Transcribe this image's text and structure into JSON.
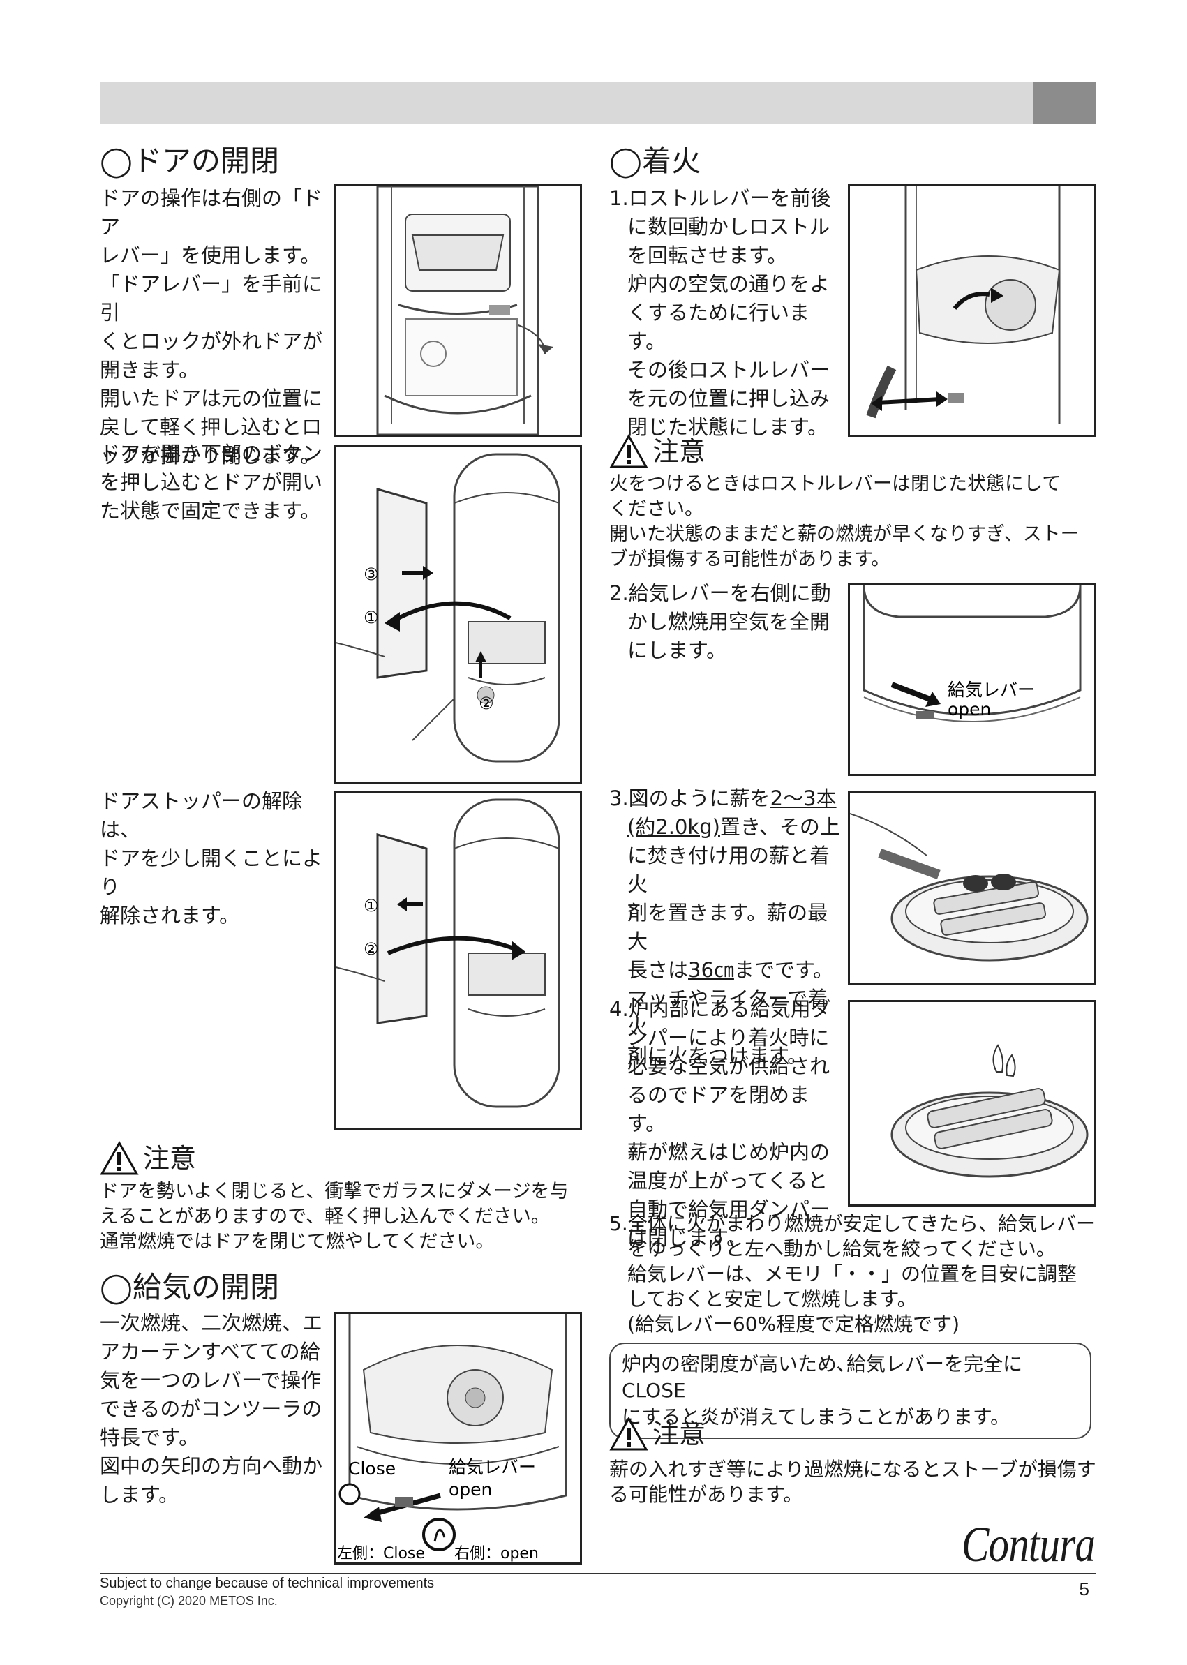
{
  "door_section": {
    "title": "◯ドアの開閉",
    "para1": [
      "ドアの操作は右側の「ドア",
      "レバー」を使用します。",
      "「ドアレバー」を手前に引",
      "くとロックが外れドアが",
      "開きます。",
      "開いたドアは元の位置に",
      "戻して軽く押し込むとロ",
      "ックが掛かり閉じます。"
    ],
    "para2": [
      "ドアを開き下部のボタン",
      "を押し込むとドアが開い",
      "た状態で固定できます。"
    ],
    "para3": [
      "ドアストッパーの解除は、",
      "ドアを少し開くことにより",
      "解除されます。"
    ],
    "fig2_steps": [
      "③",
      "①",
      "②"
    ],
    "fig3_steps": [
      "①",
      "②"
    ]
  },
  "door_warning": {
    "heading": "注意",
    "lines": [
      "ドアを勢いよく閉じると、衝撃でガラスにダメージを与",
      "えることがありますので、軽く押し込んでください。",
      "通常燃焼ではドアを閉じて燃やしてください。"
    ]
  },
  "air_section": {
    "title": "◯給気の開閉",
    "lines": [
      "一次燃焼、二次燃焼、エ",
      "アカーテンすべてての給",
      "気を一つのレバーで操作",
      "できるのがコンツーラの",
      "特長です。",
      "図中の矢印の方向へ動か",
      "します。"
    ],
    "fig_close": "Close",
    "fig_lever_label": "給気レバー",
    "fig_open": "open",
    "fig_left_caption": "左側：Close",
    "fig_right_caption": "右側：open"
  },
  "ignition_section": {
    "title": "◯着火",
    "step1": [
      "1.ロストルレバーを前後",
      "に数回動かしロストル",
      "を回転させます。",
      "炉内の空気の通りをよ",
      "くするために行います。",
      "その後ロストルレバー",
      "を元の位置に押し込み",
      "閉じた状態にします。"
    ],
    "warning_heading": "注意",
    "warning_lines": [
      "火をつけるときはロストルレバーは閉じた状態にして",
      "ください。",
      "開いた状態のままだと薪の燃焼が早くなりすぎ、ストー",
      "ブが損傷する可能性があります。"
    ],
    "step2": [
      "2.給気レバーを右側に動",
      "かし燃焼用空気を全開",
      "にします。"
    ],
    "step2_fig_label": "給気レバー",
    "step2_fig_open": "open",
    "step3_prefix": "3.図のように薪を",
    "step3_ul1": "2〜3本",
    "step3_ul2": "(約2.0kg)",
    "step3_after_ul2": "置き、その上",
    "step3_lines": [
      "に焚き付け用の薪と着火",
      "剤を置きます。薪の最大"
    ],
    "step3_len_prefix": "長さは",
    "step3_len_ul": "36㎝",
    "step3_len_suffix": "までです。",
    "step3_tail": [
      "マッチやライターで着火",
      "剤に火をつけます。"
    ],
    "step4": [
      "4.炉内部にある給気用ダ",
      "ンパーにより着火時に",
      "必要な空気が供給され",
      "るのでドアを閉めます。",
      "薪が燃えはじめ炉内の",
      "温度が上がってくると",
      "自動で給気用ダンパー",
      "は閉じます。"
    ],
    "step5": [
      "5.全体に火がまわり燃焼が安定してきたら、給気レバー",
      "をゆっくりと左へ動かし給気を絞ってください。",
      "給気レバーは、メモリ「・・」の位置を目安に調整",
      "しておくと安定して燃焼します。",
      "(給気レバー60%程度で定格燃焼です)"
    ],
    "note": [
      "炉内の密閉度が高いため､給気レバーを完全にCLOSE",
      "にすると炎が消えてしまうことがあります。"
    ],
    "warning2_heading": "注意",
    "warning2_lines": [
      "薪の入れすぎ等により過燃焼になるとストーブが損傷す",
      "る可能性があります。"
    ]
  },
  "footer": {
    "line1": "Subject to change because of technical improvements",
    "line2": "Copyright (C) 2020 METOS Inc.",
    "logo": "Contura",
    "page_number": "5"
  }
}
